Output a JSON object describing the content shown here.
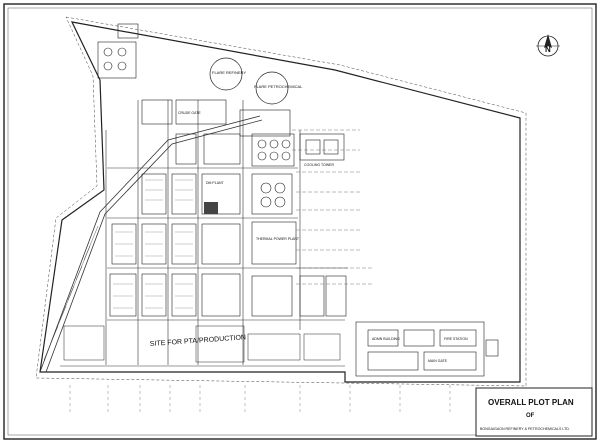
{
  "title_block": {
    "title": "OVERALL PLOT PLAN",
    "of": "OF",
    "company": "BONGAIGAON REFINERY & PETROCHEMICALS LTD."
  },
  "north_arrow": {
    "label": "N"
  },
  "handwritten_note": "SITE FOR PTA/PRODUCTION",
  "labels": {
    "flare_refinery": "FLARE REFINERY",
    "flare_petrochemical": "FLARE PETROCHEMICAL",
    "crude_gate": "CRUDE GATE",
    "thermal_power_plant": "THERMAL POWER PLANT",
    "cooling_tower": "COOLING TOWER",
    "dm_plant": "DM PLANT",
    "admin_building": "ADMN BUILDING",
    "fire_station": "FIRE STATION",
    "main_gate": "MAIN GATE"
  },
  "colors": {
    "ink": "#1a1a1a",
    "paper": "#ffffff",
    "shade": "#bdbdbd"
  }
}
